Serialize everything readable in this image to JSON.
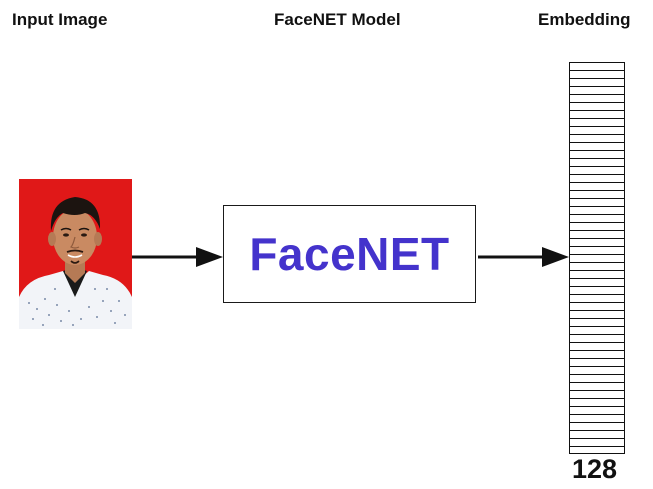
{
  "titles": {
    "input": "Input Image",
    "model": "FaceNET Model",
    "embedding": "Embedding"
  },
  "model_box": {
    "label": "FaceNET",
    "label_color": "#4433cc"
  },
  "embedding": {
    "dimension_label": "128"
  },
  "photo": {
    "background_color": "#e01818",
    "description_icon": "person-portrait-icon"
  }
}
